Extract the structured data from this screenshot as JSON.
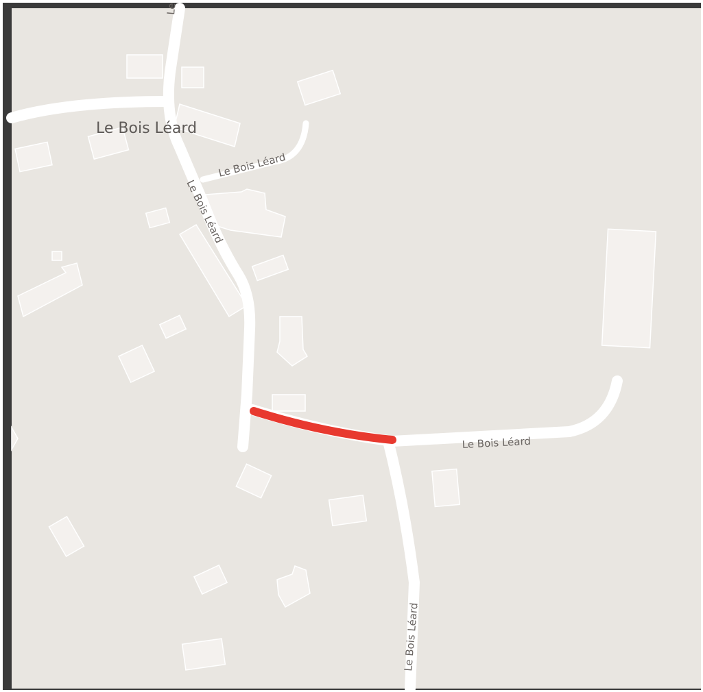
{
  "map": {
    "place_label": "Le Bois Léard",
    "road_labels": {
      "north_road": "Le Bois Léard",
      "upper_lane": "Le Bois Léard",
      "east_road": "Le Bois Léard",
      "south_road": "Le Bois Léard"
    },
    "colors": {
      "land": "#e9e6e1",
      "road": "#ffffff",
      "building": "#f4f1ee",
      "highlight": "#e8392f",
      "frame": "#3a3a3a"
    }
  }
}
